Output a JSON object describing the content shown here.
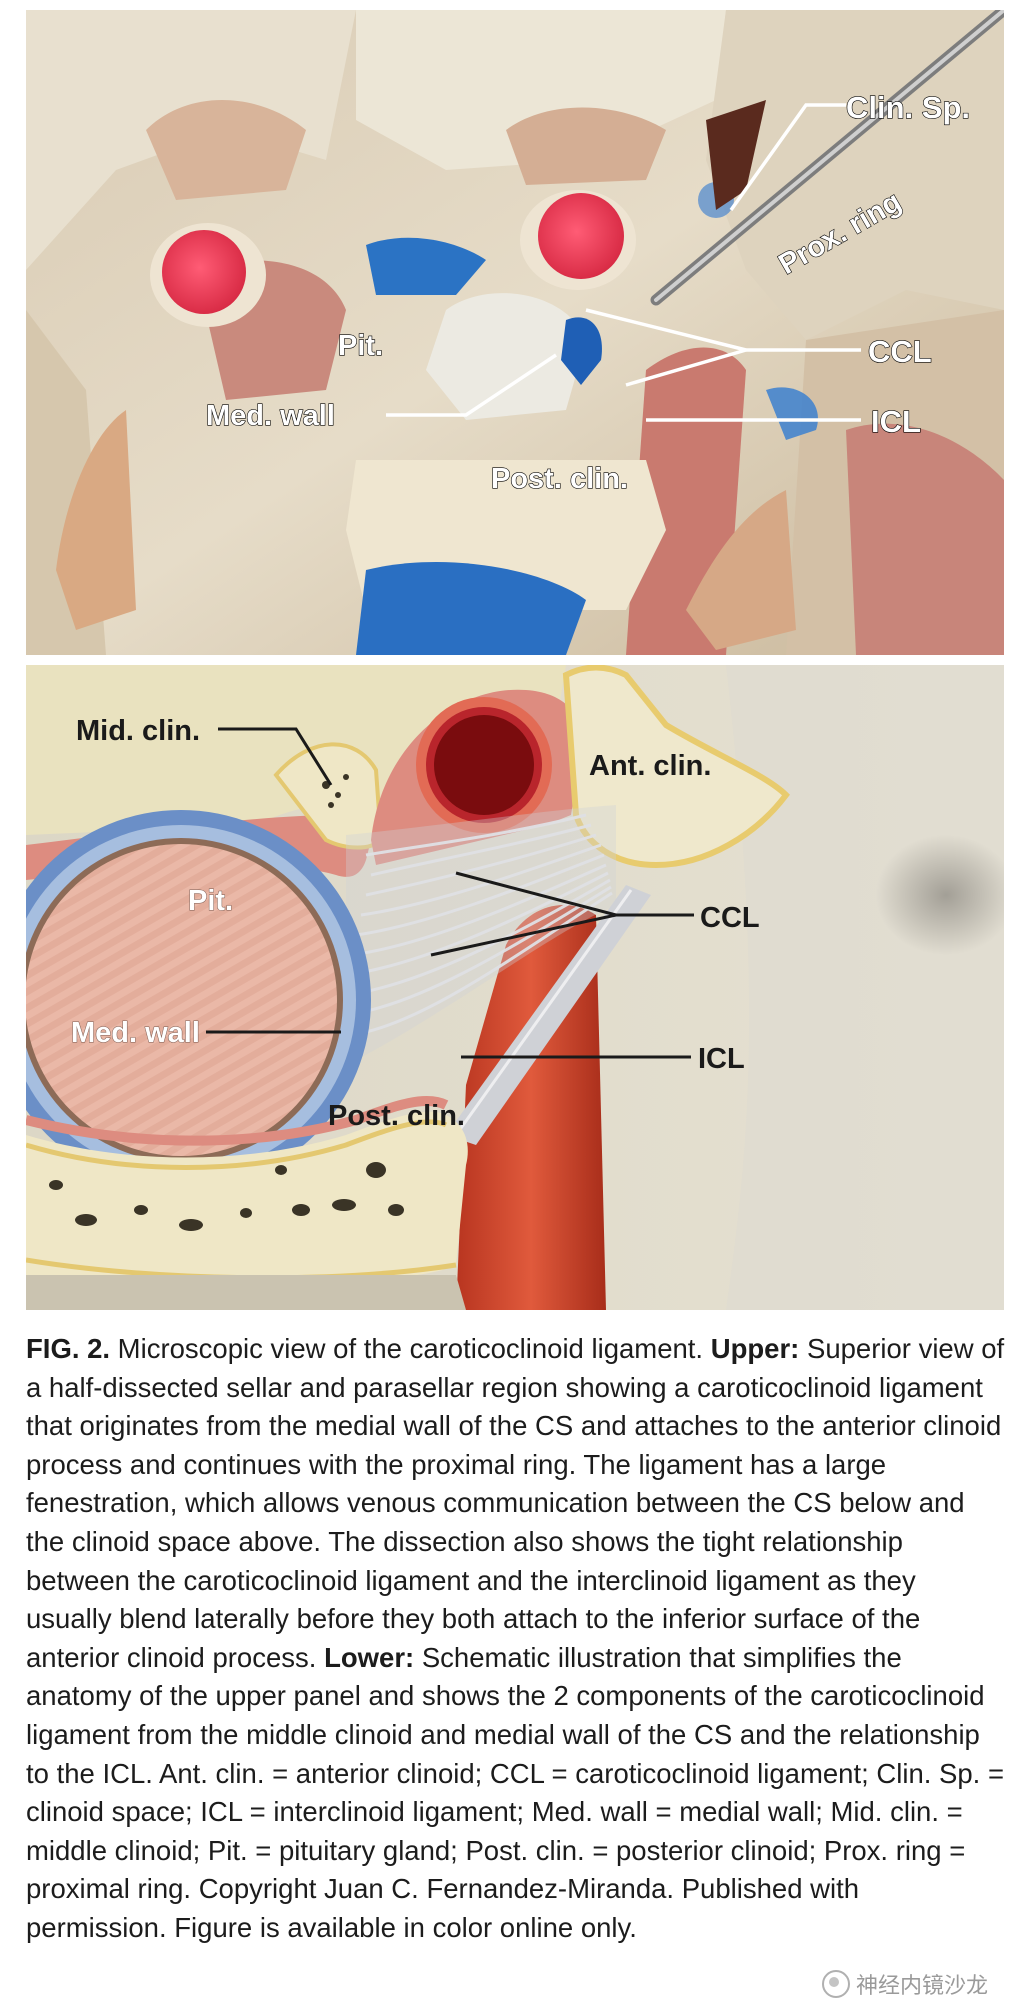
{
  "upper_panel": {
    "labels": {
      "clin_sp": "Clin. Sp.",
      "prox_ring": "Prox. ring",
      "pit": "Pit.",
      "med_wall": "Med. wall",
      "ccl": "CCL",
      "icl": "ICL",
      "post_clin": "Post. clin."
    }
  },
  "lower_panel": {
    "labels": {
      "mid_clin": "Mid. clin.",
      "ant_clin": "Ant. clin.",
      "pit": "Pit.",
      "med_wall": "Med. wall",
      "ccl": "CCL",
      "icl": "ICL",
      "post_clin": "Post. clin."
    }
  },
  "caption": {
    "fig_label": "FIG. 2.",
    "intro": " Microscopic view of the caroticoclinoid ligament. ",
    "upper_label": "Upper:",
    "upper_text": " Superior view of a half-dissected sellar and parasellar region showing a caroticoclinoid ligament that originates from the medial wall of the CS and attaches to the anterior clinoid process and continues with the proximal ring. The ligament has a large fenestration, which allows venous communication between the CS below and the clinoid space above. The dissection also shows the tight relationship between the caroticoclinoid ligament and the interclinoid ligament as they usually blend laterally before they both attach to the inferior surface of the anterior clinoid process. ",
    "lower_label": "Lower:",
    "lower_text": " Schematic illustration that simplifies the anatomy of the upper panel and shows the 2 components of the caroticoclinoid ligament from the middle clinoid and medial wall of the CS and the relationship to the ICL. Ant. clin. = anterior clinoid; CCL = caroticoclinoid ligament; Clin. Sp. = clinoid space; ICL = interclinoid ligament; Med. wall = medial wall; Mid. clin. = middle clinoid; Pit. = pituitary gland; Post. clin. = posterior clinoid; Prox. ring = proximal ring. Copyright Juan C. Fernandez-Miranda. Published with permission. Figure is available in color online only."
  },
  "watermark": {
    "icon": "wechat-account-icon",
    "text": "神经内镜沙龙"
  }
}
